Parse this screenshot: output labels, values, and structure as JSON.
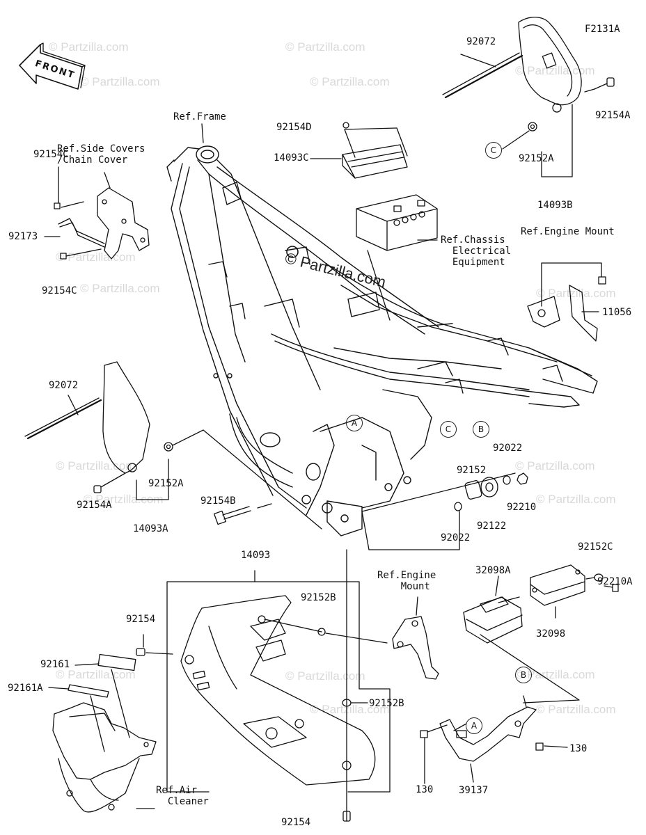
{
  "diagram_id": "F2131A",
  "front_label": "FRONT",
  "watermark": "© Partzilla.com",
  "logo_text": "© Partzilla.com",
  "callouts": {
    "a": "A",
    "b": "B",
    "c": "C"
  },
  "labels": {
    "p92072_top": "92072",
    "p92154A_top": "92154A",
    "p92152A_top": "92152A",
    "p14093B": "14093B",
    "p92154D": "92154D",
    "p14093C": "14093C",
    "ref_frame": "Ref.Frame",
    "ref_side_covers": "Ref.Side Covers\n/Chain Cover",
    "p92154C_top": "92154C",
    "p92173": "92173",
    "p92154C_bottom": "92154C",
    "ref_chassis": "Ref.Chassis\n  Electrical\n  Equipment",
    "ref_engine_mount_top": "Ref.Engine Mount",
    "p11056": "11056",
    "p92072_left": "92072",
    "p92152A_left": "92152A",
    "p92154A_left": "92154A",
    "p14093A": "14093A",
    "p92154B": "92154B",
    "p92022_top": "92022",
    "p92152": "92152",
    "p92210": "92210",
    "p92122": "92122",
    "p92022_bottom": "92022",
    "p14093": "14093",
    "ref_engine_mount_mid": "Ref.Engine\n    Mount",
    "p92152B_top": "92152B",
    "p92154_left": "92154",
    "p32098A": "32098A",
    "p92152C": "92152C",
    "p92210A": "92210A",
    "p32098": "32098",
    "p92161": "92161",
    "p92161A": "92161A",
    "p92152B_mid": "92152B",
    "p130_right": "130",
    "p130_left": "130",
    "p39137": "39137",
    "ref_air_cleaner": "Ref.Air\n  Cleaner",
    "p92154_bottom": "92154"
  }
}
